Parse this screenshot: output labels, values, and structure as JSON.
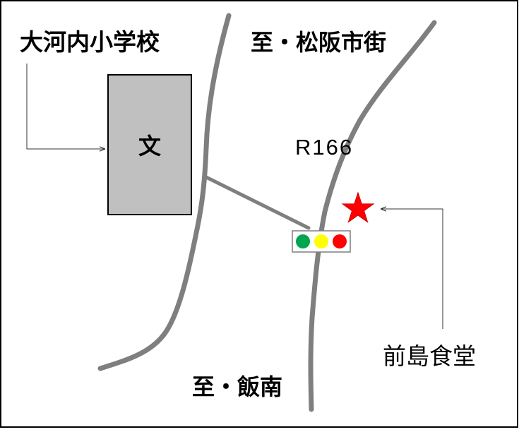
{
  "labels": {
    "school": "大河内小学校",
    "school_symbol": "文",
    "to_matsusaka": "至・松阪市街",
    "route": "R166",
    "to_iinan": "至・飯南",
    "restaurant": "前島食堂"
  },
  "colors": {
    "road": "#7f7f7f",
    "school_fill": "#c0c0c0",
    "star": "#ff0000",
    "signal_green": "#00a550",
    "signal_yellow": "#ffff00",
    "signal_red": "#ff0000",
    "frame": "#000000"
  },
  "icons": {
    "school": "school-building-icon",
    "restaurant": "star-icon",
    "signal": "traffic-signal-icon"
  }
}
